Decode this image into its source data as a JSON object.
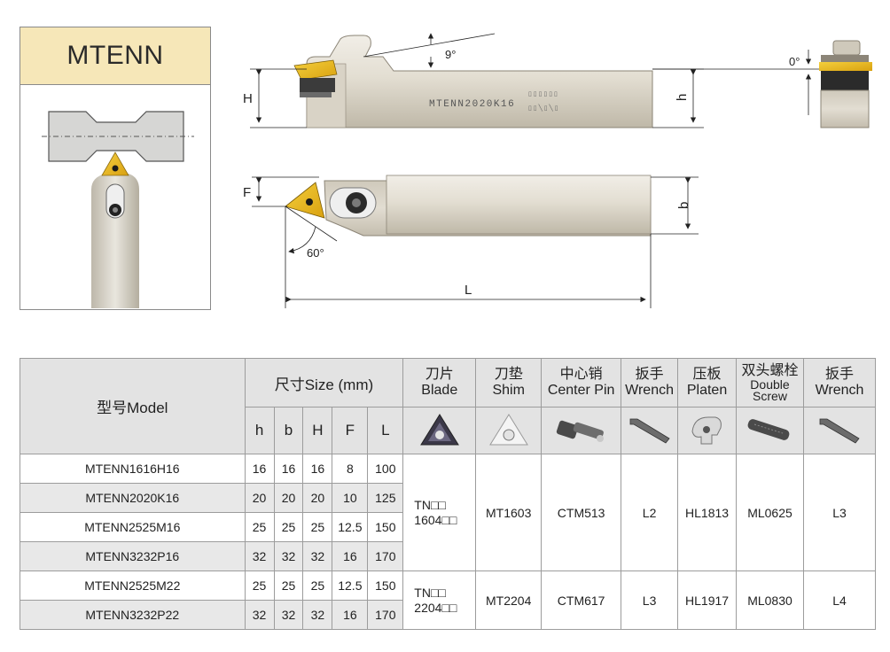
{
  "card": {
    "title": "MTENN"
  },
  "drawing": {
    "product_marking": "MTENN2020K16",
    "angle_top": "9°",
    "angle_side": "0°",
    "angle_approach": "60°",
    "dims": {
      "H": "H",
      "h": "h",
      "F": "F",
      "b": "b",
      "L": "L"
    }
  },
  "table": {
    "model_header": "型号Model",
    "size_header": "尺寸Size (mm)",
    "size_cols": [
      "h",
      "b",
      "H",
      "F",
      "L"
    ],
    "components": [
      {
        "cn": "刀片",
        "en": "Blade",
        "icon": "triangle-insert-icon"
      },
      {
        "cn": "刀垫",
        "en": "Shim",
        "icon": "shim-icon"
      },
      {
        "cn": "中心销",
        "en": "Center Pin",
        "icon": "center-pin-icon"
      },
      {
        "cn": "扳手",
        "en": "Wrench",
        "icon": "hex-wrench-icon"
      },
      {
        "cn": "压板",
        "en": "Platen",
        "icon": "clamp-platen-icon"
      },
      {
        "cn": "双头螺栓",
        "en": "Double",
        "en2": "Screw",
        "icon": "double-screw-icon"
      },
      {
        "cn": "扳手",
        "en": "Wrench",
        "icon": "hex-wrench-icon"
      }
    ],
    "rows": [
      {
        "model": "MTENN1616H16",
        "h": "16",
        "b": "16",
        "H": "16",
        "F": "8",
        "L": "100"
      },
      {
        "model": "MTENN2020K16",
        "h": "20",
        "b": "20",
        "H": "20",
        "F": "10",
        "L": "125"
      },
      {
        "model": "MTENN2525M16",
        "h": "25",
        "b": "25",
        "H": "25",
        "F": "12.5",
        "L": "150"
      },
      {
        "model": "MTENN3232P16",
        "h": "32",
        "b": "32",
        "H": "32",
        "F": "16",
        "L": "170"
      },
      {
        "model": "MTENN2525M22",
        "h": "25",
        "b": "25",
        "H": "25",
        "F": "12.5",
        "L": "150"
      },
      {
        "model": "MTENN3232P22",
        "h": "32",
        "b": "32",
        "H": "32",
        "F": "16",
        "L": "170"
      }
    ],
    "groups": [
      {
        "blade_1": "TN□□",
        "blade_2": "1604□□",
        "shim": "MT1603",
        "pin": "CTM513",
        "wrench": "L2",
        "platen": "HL1813",
        "screw": "ML0625",
        "wrench2": "L3"
      },
      {
        "blade_1": "TN□□",
        "blade_2": "2204□□",
        "shim": "MT2204",
        "pin": "CTM617",
        "wrench": "L3",
        "platen": "HL1917",
        "screw": "ML0830",
        "wrench2": "L4"
      }
    ]
  }
}
